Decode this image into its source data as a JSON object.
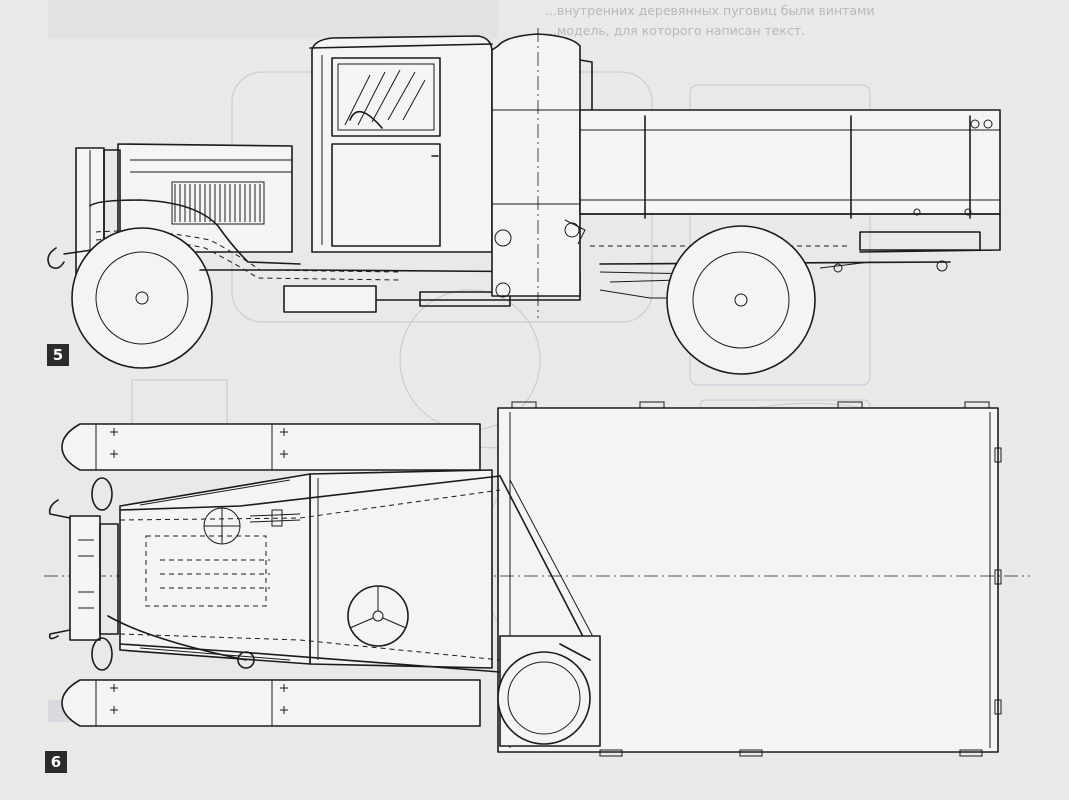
{
  "figure_labels": {
    "top": "5",
    "bottom": "6"
  },
  "caption_lines": [
    "...внутренних деревянных пуговиц были винтами",
    "...модель, для которого написан текст."
  ],
  "colors": {
    "paper": "#e9e9e7",
    "ink": "#1b1b1b",
    "ghost": "#c9cdd6",
    "label_bg": "#2b2b2b"
  }
}
